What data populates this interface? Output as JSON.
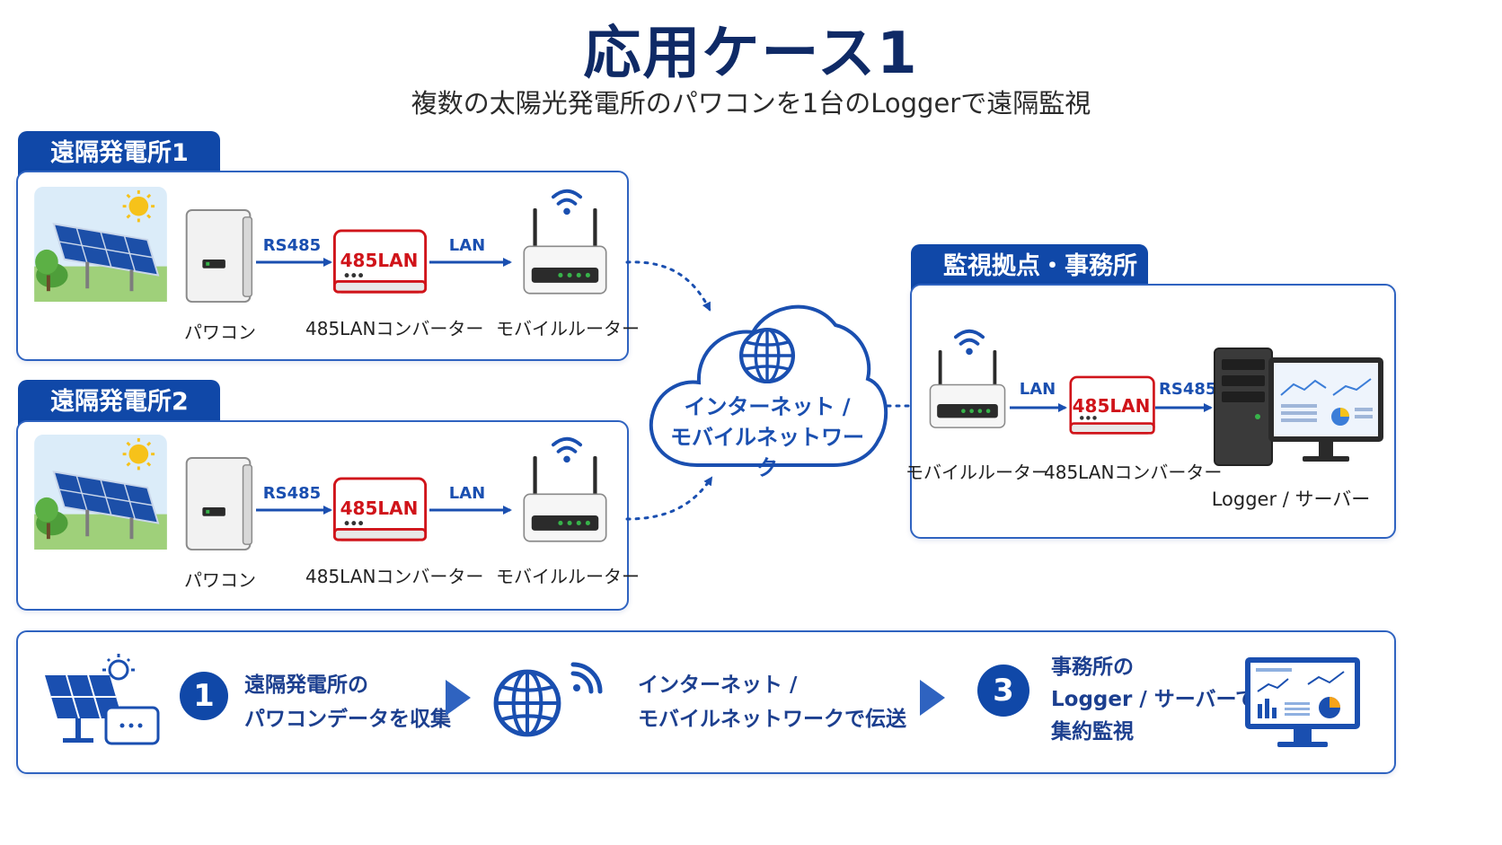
{
  "title": "応用ケース1",
  "subtitle": "複数の太陽光発電所のパワコンを1台のLoggerで遠隔監視",
  "site1": {
    "tab": "遠隔発電所1",
    "pcs_label": "パワコン",
    "link1": "RS485",
    "converter_text": "485LAN",
    "converter_label": "485LANコンバーター",
    "link2": "LAN",
    "router_label": "モバイルルーター"
  },
  "site2": {
    "tab": "遠隔発電所2",
    "pcs_label": "パワコン",
    "link1": "RS485",
    "converter_text": "485LAN",
    "converter_label": "485LANコンバーター",
    "link2": "LAN",
    "router_label": "モバイルルーター"
  },
  "cloud": {
    "line1": "インターネット /",
    "line2": "モバイルネットワーク"
  },
  "office": {
    "tab": "監視拠点・事務所",
    "router_label": "モバイルルーター",
    "link1": "LAN",
    "converter_text": "485LAN",
    "converter_label": "485LANコンバーター",
    "link2": "RS485",
    "server_label": "Logger / サーバー"
  },
  "steps": [
    {
      "num": "1",
      "line1": "遠隔発電所の",
      "line2": "パワコンデータを収集"
    },
    {
      "num": "",
      "line1": "インターネット /",
      "line2": "モバイルネットワークで伝送"
    },
    {
      "num": "3",
      "line1": "事務所の",
      "line2": "Logger / サーバーで",
      "line3": "集約監視"
    }
  ],
  "colors": {
    "brand_blue": "#1048a8",
    "title_navy": "#0f2a66",
    "converter_red": "#d0141a",
    "status_green": "#37b34a"
  },
  "icons": [
    "sun-icon",
    "solar-panel-icon",
    "inverter-icon",
    "converter-icon",
    "router-icon",
    "wifi-icon",
    "cloud-icon",
    "globe-icon",
    "server-icon",
    "monitor-icon",
    "chevron-right-icon"
  ]
}
